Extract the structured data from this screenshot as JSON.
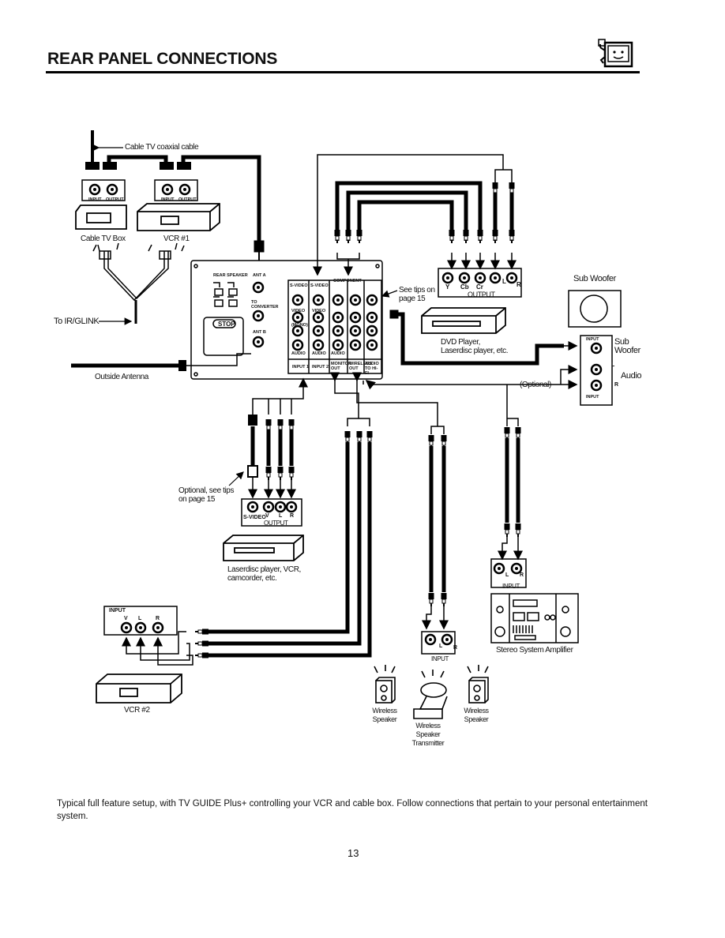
{
  "header": {
    "title": "REAR PANEL CONNECTIONS"
  },
  "labels": {
    "cable_tv_coax": "Cable TV coaxial cable",
    "input": "INPUT",
    "output": "OUTPUT",
    "cable_tv_box": "Cable TV Box",
    "vcr1": "VCR #1",
    "to_irglink": "To IR/GLINK",
    "outside_antenna": "Outside Antenna",
    "see_tips": "See tips on page 15",
    "component": "COMPONENT",
    "dvd_y": "Y",
    "dvd_cb": "Cb",
    "dvd_cr": "Cr",
    "l": "L",
    "r": "R",
    "dvd_player": "DVD Player, Laserdisc player, etc.",
    "sub_woofer_title": "Sub Woofer",
    "sub_woofer": "Sub Woofer",
    "audio": "Audio",
    "optional": "(Optional)",
    "optional_tips": "Optional, see tips on page 15",
    "svideo": "S-VIDEO",
    "v": "V",
    "laserdisc": "Laserdisc player, VCR, camcorder, etc.",
    "vcr2": "VCR #2",
    "wireless_speaker": "Wireless Speaker",
    "wireless_transmitter": "Wireless Speaker Transmitter",
    "stereo_amp": "Stereo System Amplifier",
    "panel": {
      "rear_speaker": "REAR SPEAKER",
      "ant_a": "ANT A",
      "to_converter": "TO CONVERTER",
      "ant_b": "ANT B",
      "stop": "STOP",
      "svideo": "S-VIDEO",
      "video": "VIDEO",
      "mono": "(MONO)",
      "audio": "AUDIO",
      "input1": "INPUT 1",
      "input2": "INPUT 2",
      "monitor_out": "MONITOR OUT",
      "wireless_out": "WIRELESS OUT",
      "audio_to_hifi": "AUDIO TO HI-FI"
    }
  },
  "footer": {
    "caption": "Typical full feature setup, with TV GUIDE Plus+ controlling your VCR and cable box.  Follow connections that pertain to your personal entertainment system.",
    "page_number": "13"
  },
  "icons": [
    "tv-guide-mascot-icon",
    "rca-plug-icon",
    "speaker-icon"
  ]
}
